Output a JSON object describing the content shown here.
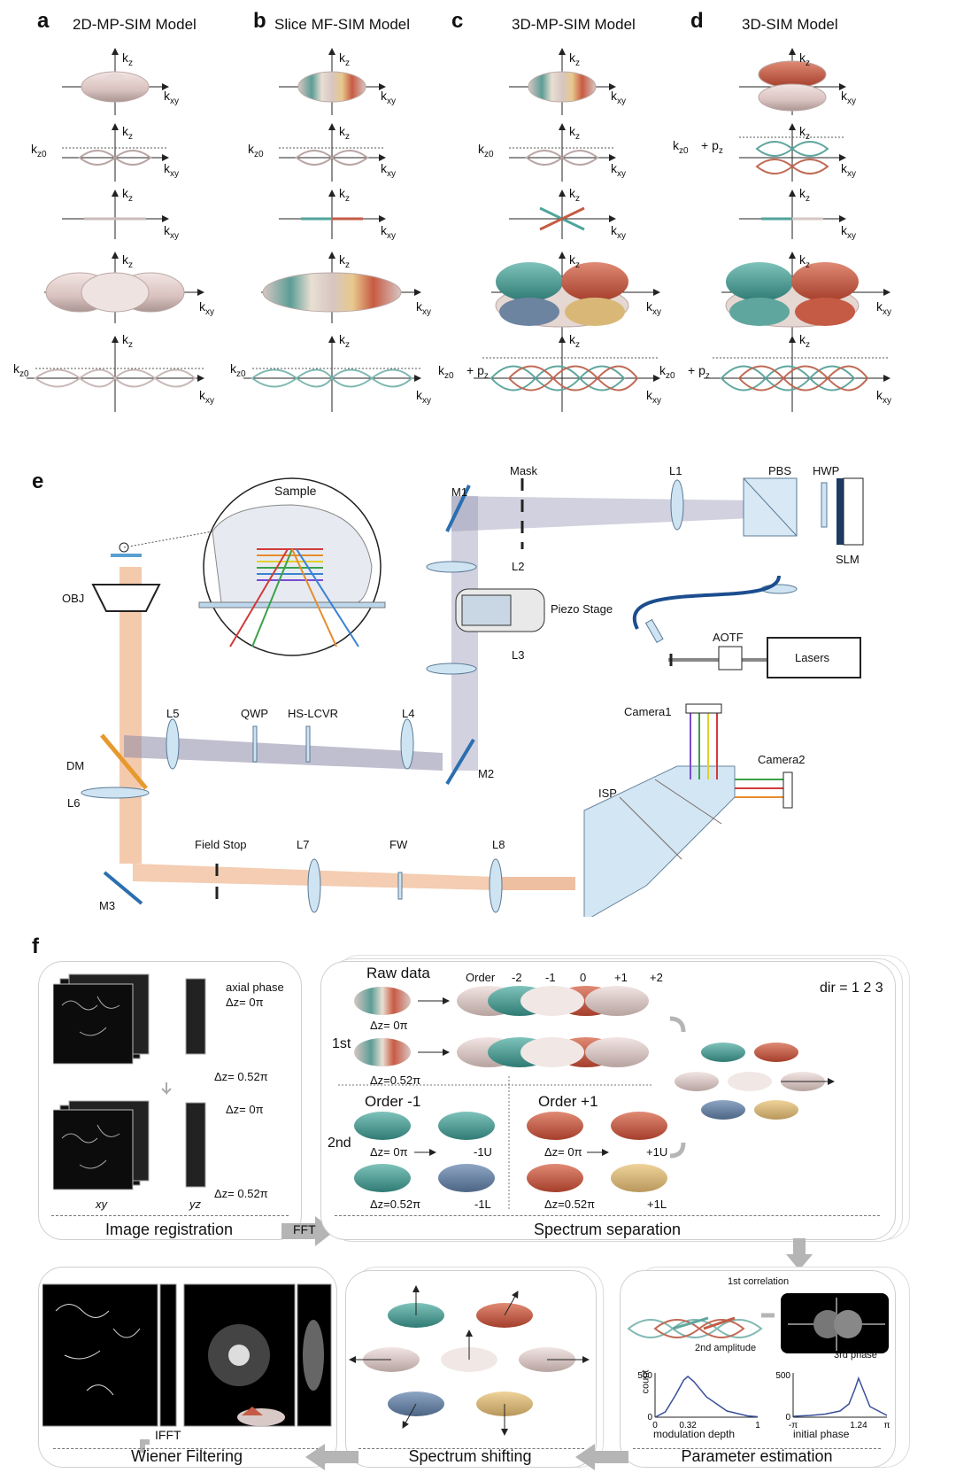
{
  "panels": {
    "a": {
      "letter": "a",
      "title": "2D-MP-SIM Model"
    },
    "b": {
      "letter": "b",
      "title": "Slice MF-SIM Model"
    },
    "c": {
      "letter": "c",
      "title": "3D-MP-SIM Model"
    },
    "d": {
      "letter": "d",
      "title": "3D-SIM Model"
    },
    "e": {
      "letter": "e"
    },
    "f": {
      "letter": "f"
    }
  },
  "axes": {
    "kz": "k",
    "kz_sub": "z",
    "kxy": "k",
    "kxy_sub": "xy",
    "kz0": "k",
    "kz0_sub": "z0",
    "pz": "+ p",
    "pz_sub": "z"
  },
  "optics": {
    "sample": "Sample",
    "obj": "OBJ",
    "m1": "M1",
    "mask": "Mask",
    "l1": "L1",
    "pbs": "PBS",
    "hwp": "HWP",
    "slm": "SLM",
    "l2": "L2",
    "piezo": "Piezo Stage",
    "l3": "L3",
    "aotf": "AOTF",
    "lasers": "Lasers",
    "l5": "L5",
    "qwp": "QWP",
    "hslcvr": "HS-LCVR",
    "l4": "L4",
    "m2": "M2",
    "camera1": "Camera1",
    "camera2": "Camera2",
    "isp": "ISP",
    "dm": "DM",
    "l6": "L6",
    "fieldstop": "Field Stop",
    "l7": "L7",
    "fw": "FW",
    "l8": "L8",
    "m3": "M3"
  },
  "workflow": {
    "image_registration": {
      "caption": "Image registration",
      "axial_phase": "axial phase",
      "d0": "Δz= 0π",
      "d052": "Δz= 0.52π",
      "xy": "xy",
      "yz": "yz"
    },
    "fft": "FFT",
    "ifft": "IFFT",
    "spectrum_separation": {
      "caption": "Spectrum separation",
      "raw_data": "Raw data",
      "order": "Order",
      "orders": [
        "-2",
        "-1",
        "0",
        "+1",
        "+2"
      ],
      "first": "1st",
      "second": "2nd",
      "dir": "dir = 1",
      "dir2": "2",
      "dir3": "3",
      "order_m1": "Order -1",
      "order_p1": "Order +1",
      "d0": "Δz= 0π",
      "d052": "Δz=0.52π",
      "m1u": "-1U",
      "m1l": "-1L",
      "p1u": "+1U",
      "p1l": "+1L"
    },
    "parameter_estimation": {
      "caption": "Parameter estimation",
      "correlation": "1st correlation",
      "amplitude": "2nd amplitude",
      "phase": "3rd phase",
      "hist1": {
        "ylabel": "count",
        "xlabel": "modulation depth",
        "ytop": "500",
        "y0": "0",
        "xticks": [
          "0",
          "0.32",
          "1"
        ]
      },
      "hist2": {
        "xlabel": "initial phase",
        "ytop": "500",
        "y0": "0",
        "xticks": [
          "-π",
          "1.24",
          "π"
        ]
      }
    },
    "spectrum_shifting": {
      "caption": "Spectrum shifting"
    },
    "wiener": {
      "caption": "Wiener Filtering"
    }
  },
  "chart_data": [
    {
      "type": "line",
      "title": "",
      "xlabel": "modulation depth",
      "ylabel": "count",
      "xlim": [
        0,
        1
      ],
      "ylim": [
        0,
        500
      ],
      "x": [
        0,
        0.1,
        0.2,
        0.28,
        0.32,
        0.38,
        0.5,
        0.7,
        0.9,
        1
      ],
      "series": [
        {
          "values": [
            0,
            60,
            250,
            420,
            460,
            400,
            230,
            70,
            15,
            5
          ]
        }
      ]
    },
    {
      "type": "line",
      "title": "",
      "xlabel": "initial phase",
      "ylabel": "",
      "xlim": [
        -3.14,
        3.14
      ],
      "ylim": [
        0,
        500
      ],
      "x": [
        -3.14,
        -2,
        -1,
        0,
        0.6,
        1.0,
        1.24,
        1.5,
        2.0,
        3.14
      ],
      "series": [
        {
          "values": [
            10,
            20,
            35,
            70,
            150,
            320,
            440,
            330,
            120,
            20
          ]
        }
      ]
    }
  ]
}
